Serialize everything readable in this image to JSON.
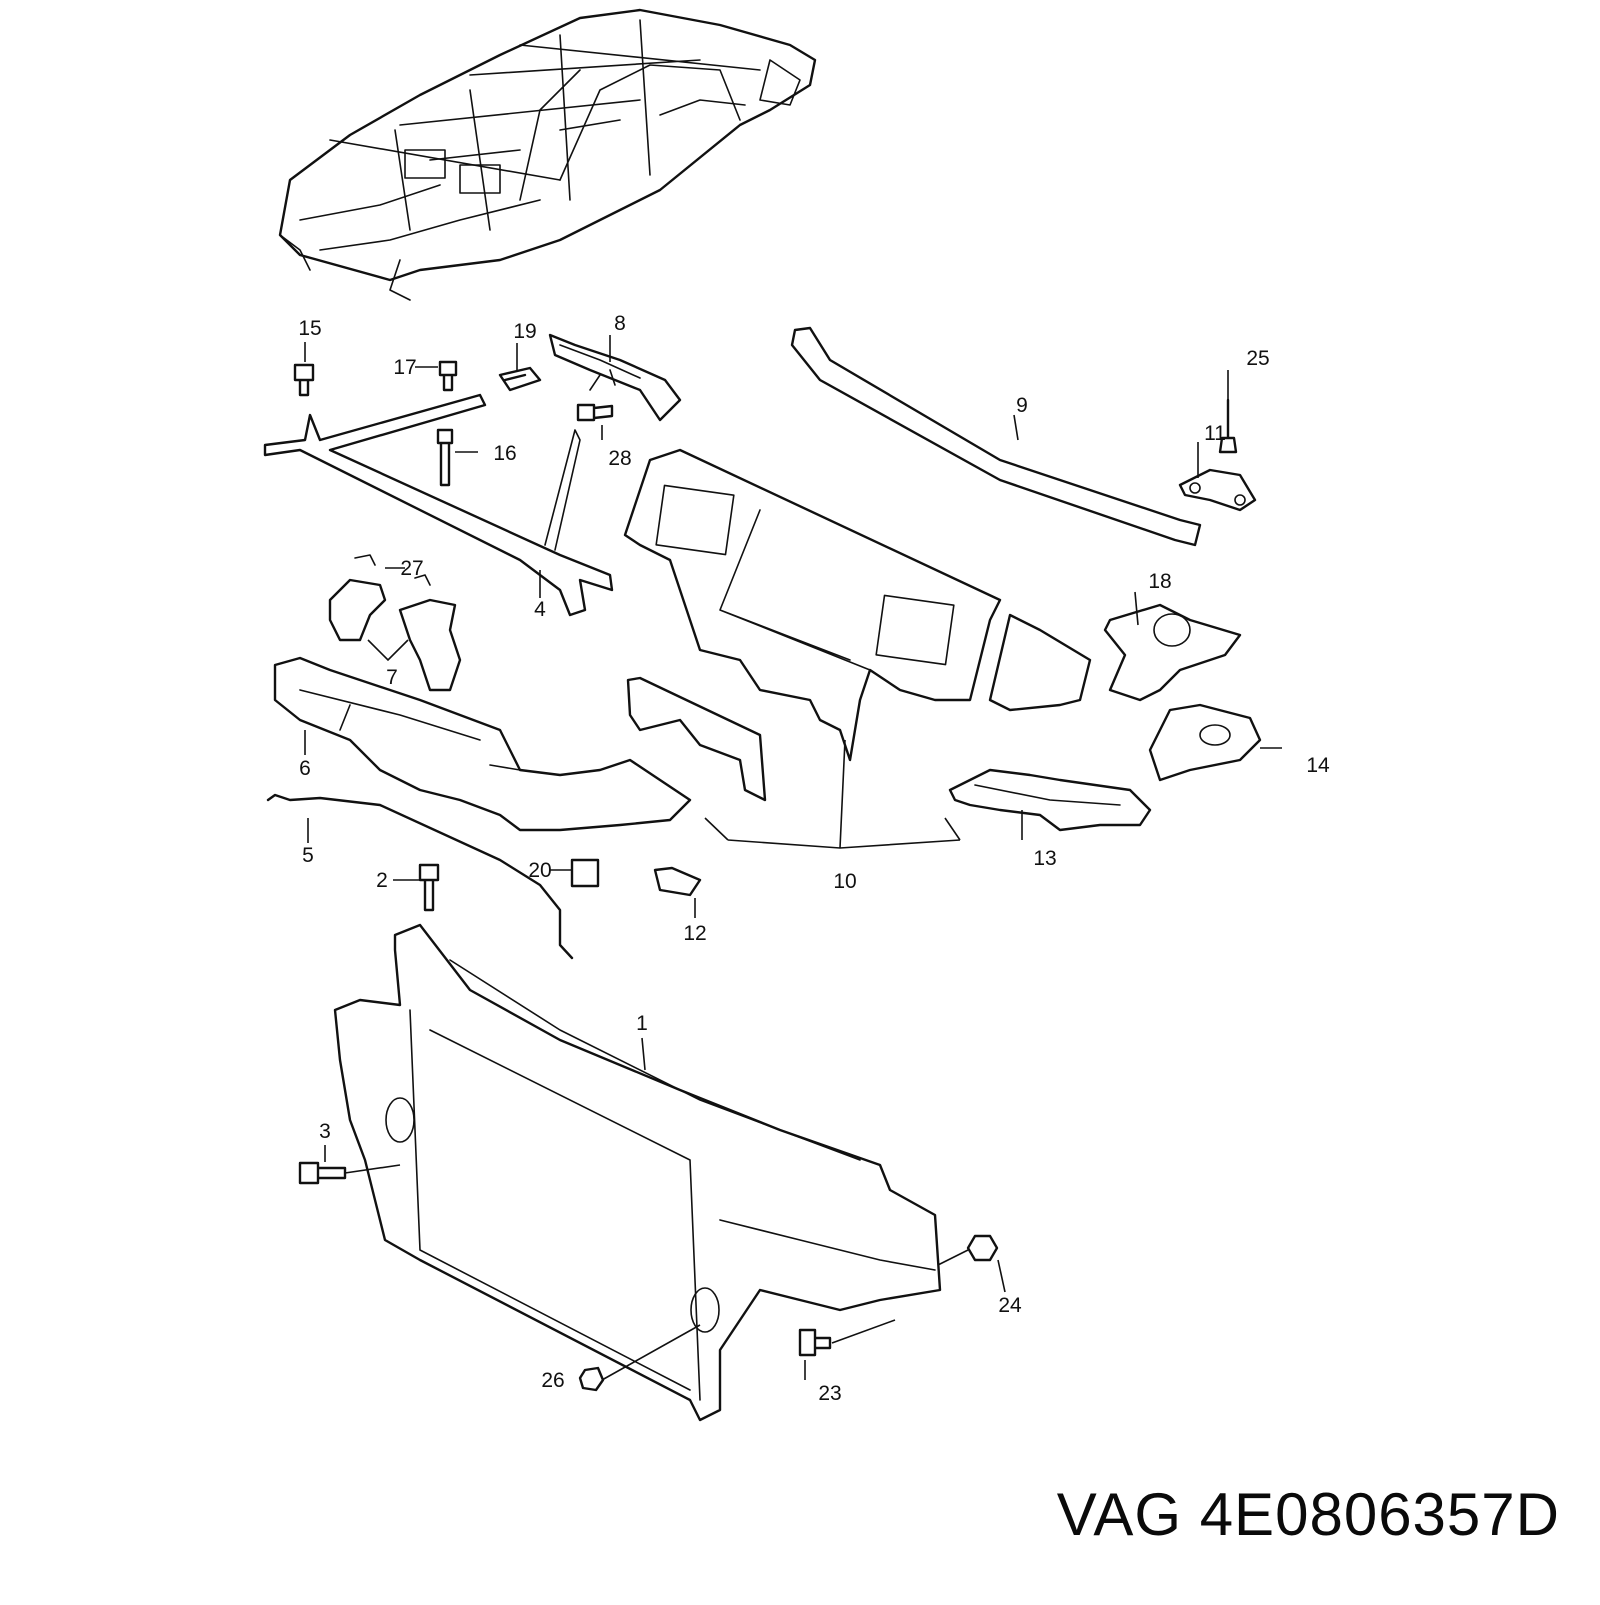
{
  "part_number": "VAG 4E0806357D",
  "callouts": {
    "c1": "1",
    "c2": "2",
    "c3": "3",
    "c4": "4",
    "c5": "5",
    "c6": "6",
    "c7": "7",
    "c8": "8",
    "c9": "9",
    "c10": "10",
    "c11": "11",
    "c12": "12",
    "c13": "13",
    "c14": "14",
    "c15": "15",
    "c16": "16",
    "c17": "17",
    "c18": "18",
    "c19": "19",
    "c20": "20",
    "c23": "23",
    "c24": "24",
    "c25": "25",
    "c26": "26",
    "c27": "27",
    "c28": "28"
  }
}
